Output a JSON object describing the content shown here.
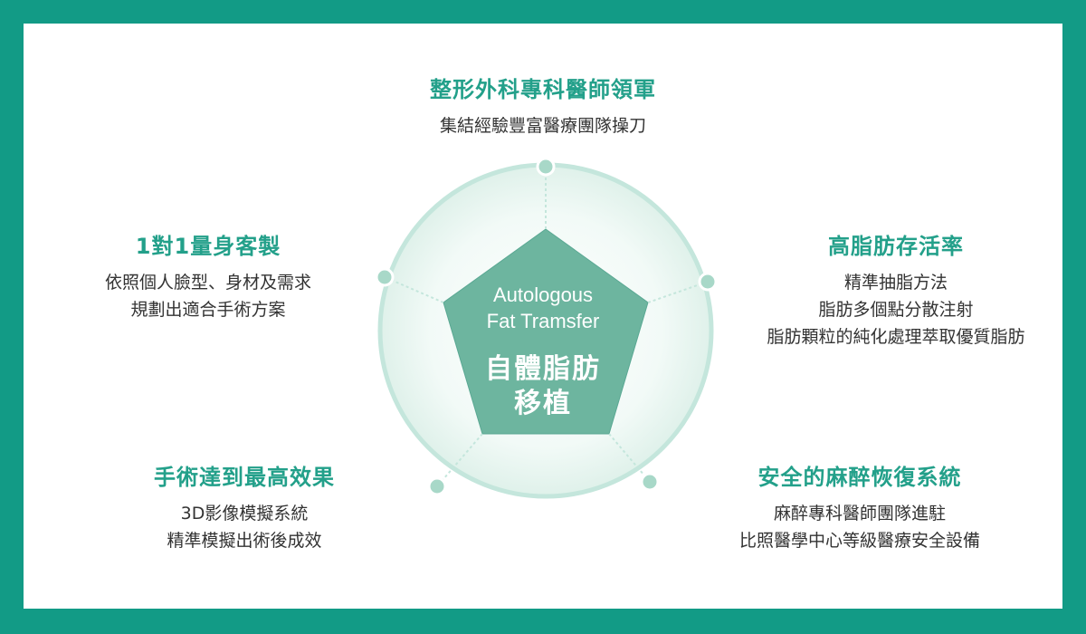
{
  "colors": {
    "frame": "#129b86",
    "accent": "#23a08a",
    "pentagon": "#6db59f",
    "circle_stroke": "#c4e6dc",
    "dot": "#a8d8c8"
  },
  "center": {
    "english_line1": "Autologous",
    "english_line2": "Fat Tramsfer",
    "chinese_line1": "自體脂肪",
    "chinese_line2": "移植"
  },
  "top": {
    "title": "整形外科專科醫師領軍",
    "lines": [
      "集結經驗豐富醫療團隊操刀"
    ]
  },
  "left_upper": {
    "title": "1對1量身客製",
    "lines": [
      "依照個人臉型、身材及需求",
      "規劃出適合手術方案"
    ]
  },
  "right_upper": {
    "title": "高脂肪存活率",
    "lines": [
      "精準抽脂方法",
      "脂肪多個點分散注射",
      "脂肪顆粒的純化處理萃取優質脂肪"
    ]
  },
  "left_lower": {
    "title": "手術達到最高效果",
    "lines": [
      "3D影像模擬系統",
      "精準模擬出術後成效"
    ]
  },
  "right_lower": {
    "title": "安全的麻醉恢復系統",
    "lines": [
      "麻醉專科醫師團隊進駐",
      "比照醫學中心等級醫療安全設備"
    ]
  }
}
